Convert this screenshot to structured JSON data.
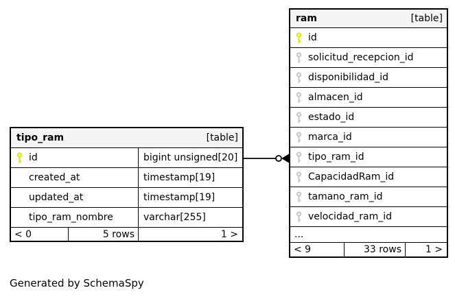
{
  "footer_note": "Generated by SchemaSpy",
  "colors": {
    "primary_key": "#e3e300",
    "foreign_key": "#c8c8c8",
    "header_bg": "#f4f4f4",
    "border": "#000000"
  },
  "connector": {
    "from_table": "tipo_ram",
    "from_column": "id",
    "to_table": "ram",
    "to_column": "tipo_ram_id",
    "end_symbols": [
      "zero-circle",
      "crow-foot-arrow"
    ]
  },
  "tables": [
    {
      "id": "ram",
      "name": "ram",
      "badge": "[table]",
      "columns": [
        {
          "name": "id",
          "key": "pk"
        },
        {
          "name": "solicitud_recepcion_id",
          "key": "fk"
        },
        {
          "name": "disponibilidad_id",
          "key": "fk"
        },
        {
          "name": "almacen_id",
          "key": "fk"
        },
        {
          "name": "estado_id",
          "key": "fk"
        },
        {
          "name": "marca_id",
          "key": "fk"
        },
        {
          "name": "tipo_ram_id",
          "key": "fk"
        },
        {
          "name": "CapacidadRam_id",
          "key": "fk"
        },
        {
          "name": "tamano_ram_id",
          "key": "fk"
        },
        {
          "name": "velocidad_ram_id",
          "key": "fk"
        }
      ],
      "ellipsis": "...",
      "footer": {
        "prev": "< 9",
        "rows": "33 rows",
        "next": "1 >"
      }
    },
    {
      "id": "tipo_ram",
      "name": "tipo_ram",
      "badge": "[table]",
      "columns": [
        {
          "name": "id",
          "type": "bigint unsigned[20]",
          "key": "pk"
        },
        {
          "name": "created_at",
          "type": "timestamp[19]",
          "key": null
        },
        {
          "name": "updated_at",
          "type": "timestamp[19]",
          "key": null
        },
        {
          "name": "tipo_ram_nombre",
          "type": "varchar[255]",
          "key": null
        }
      ],
      "footer": {
        "prev": "< 0",
        "rows": "5 rows",
        "next": "1 >"
      }
    }
  ]
}
